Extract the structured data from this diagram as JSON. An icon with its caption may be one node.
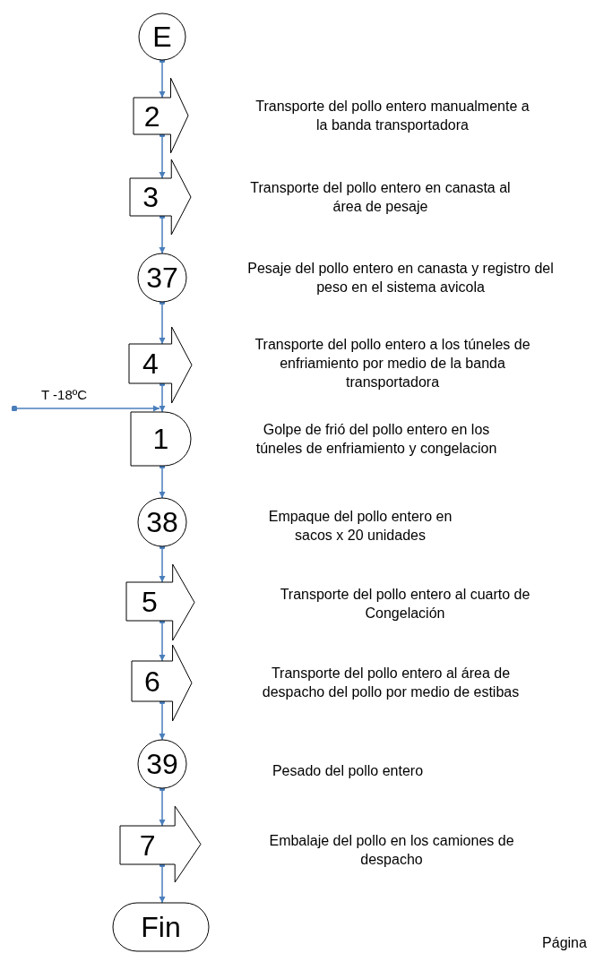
{
  "diagram": {
    "nodes": [
      {
        "text": [
          "E"
        ]
      },
      {
        "text": [
          "2"
        ]
      },
      {
        "text": [
          "3"
        ]
      },
      {
        "text": [
          "37"
        ]
      },
      {
        "text": [
          "4"
        ]
      },
      {
        "text": [
          "1"
        ]
      },
      {
        "text": [
          "38"
        ]
      },
      {
        "text": [
          "5"
        ]
      },
      {
        "text": [
          "6"
        ]
      },
      {
        "text": [
          "39"
        ]
      },
      {
        "text": [
          "7"
        ]
      },
      {
        "text": [
          "Fin"
        ]
      }
    ],
    "edges": [
      {
        "from": 0,
        "to": 1,
        "arrow": "to"
      },
      {
        "from": 1,
        "to": 2,
        "arrow": "to"
      },
      {
        "from": 2,
        "to": 3,
        "arrow": "to"
      },
      {
        "from": 3,
        "to": 4,
        "arrow": "to"
      },
      {
        "from": 4,
        "to": 5,
        "arrow": "to"
      },
      {
        "from": null,
        "to": 5,
        "arrow": "to",
        "label": "T -18ºC"
      },
      {
        "from": 5,
        "to": 6,
        "arrow": "to"
      },
      {
        "from": 6,
        "to": 7,
        "arrow": "to"
      },
      {
        "from": 7,
        "to": 8,
        "arrow": "to"
      },
      {
        "from": 8,
        "to": 9,
        "arrow": "to"
      },
      {
        "from": 9,
        "to": 10,
        "arrow": "to"
      },
      {
        "from": 10,
        "to": 11,
        "arrow": "to"
      }
    ],
    "labels": [
      "Transporte del pollo entero manualmente a la banda transportadora",
      "Transporte del pollo entero en canasta al área de pesaje",
      "Pesaje del pollo entero en canasta y registro del peso en el sistema avicola",
      "Transporte del pollo entero a los túneles de enfriamiento por medio de la banda transportadora",
      "Golpe de frió del pollo entero en los túneles de enfriamiento y congelacion",
      "Empaque del pollo entero en sacos x 20 unidades",
      "Transporte del pollo entero al cuarto de Congelación",
      "Transporte del pollo entero al área de despacho del pollo por medio de estibas",
      "Pesado del pollo entero",
      "Embalaje del pollo en los camiones de despacho",
      "Página"
    ]
  }
}
